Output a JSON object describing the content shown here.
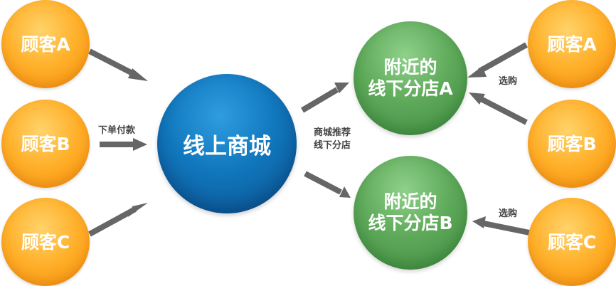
{
  "nodes": {
    "customers_left": [
      {
        "label": "顾客A"
      },
      {
        "label": "顾客B"
      },
      {
        "label": "顾客C"
      }
    ],
    "mall": {
      "label": "线上商城"
    },
    "stores": [
      {
        "line1": "附近的",
        "line2": "线下分店A"
      },
      {
        "line1": "附近的",
        "line2": "线下分店B"
      }
    ],
    "customers_right": [
      {
        "label": "顾客A"
      },
      {
        "label": "顾客B"
      },
      {
        "label": "顾客C"
      }
    ]
  },
  "labels": {
    "payment": "下单付款",
    "recommend_line1": "商城推荐",
    "recommend_line2": "线下分店",
    "choose_a": "选购",
    "choose_b": "选购"
  },
  "colors": {
    "customer": "#ffb02a",
    "mall": "#1177bd",
    "store": "#5ea95a",
    "arrow": "#666666",
    "label": "#444444"
  }
}
